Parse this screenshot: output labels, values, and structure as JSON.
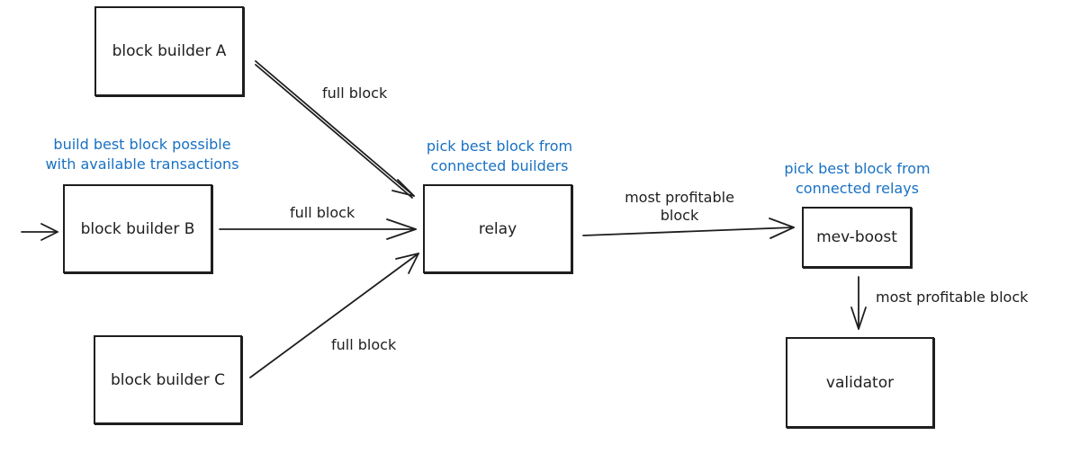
{
  "colors": {
    "stroke": "#1e1e1e",
    "note": "#1971c2"
  },
  "nodes": {
    "builder_a": "block builder A",
    "builder_b": "block builder B",
    "builder_c": "block builder C",
    "relay": "relay",
    "mev_boost": "mev-boost",
    "validator": "validator"
  },
  "edges": {
    "builder_a_to_relay": "full block",
    "builder_b_to_relay": "full block",
    "builder_c_to_relay": "full block",
    "relay_to_mev_boost": [
      "most profitable",
      "block"
    ],
    "mev_boost_to_validator": "most profitable block"
  },
  "notes": {
    "builder": [
      "build best block possible",
      "with available transactions"
    ],
    "relay": [
      "pick best block from",
      "connected builders"
    ],
    "mev_boost": [
      "pick best block from",
      "connected relays"
    ]
  }
}
